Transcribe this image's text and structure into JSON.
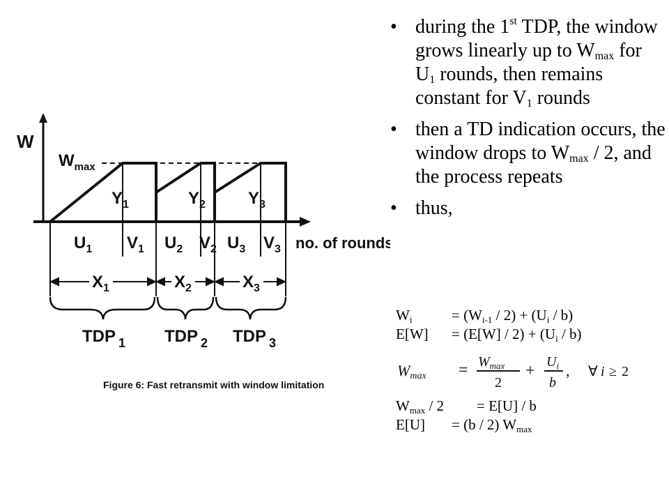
{
  "figure": {
    "y_axis_label": "W",
    "x_axis_label": "no. of rounds",
    "wmax_label_main": "W",
    "wmax_label_sub": "max",
    "y_labels": [
      {
        "main": "Y",
        "sub": "1"
      },
      {
        "main": "Y",
        "sub": "2"
      },
      {
        "main": "Y",
        "sub": "3"
      }
    ],
    "u_labels": [
      {
        "main": "U",
        "sub": "1"
      },
      {
        "main": "U",
        "sub": "2"
      },
      {
        "main": "U",
        "sub": "3"
      }
    ],
    "v_labels": [
      {
        "main": "V",
        "sub": "1"
      },
      {
        "main": "V",
        "sub": "2"
      },
      {
        "main": "V",
        "sub": "3"
      }
    ],
    "x_labels": [
      {
        "main": "X",
        "sub": "1"
      },
      {
        "main": "X",
        "sub": "2"
      },
      {
        "main": "X",
        "sub": "3"
      }
    ],
    "tdp_labels": [
      {
        "main": "TDP",
        "sub": "1"
      },
      {
        "main": "TDP",
        "sub": "2"
      },
      {
        "main": "TDP",
        "sub": "3"
      }
    ],
    "caption": "Figure 6:  Fast retransmit with window limitation"
  },
  "bullets": [
    {
      "marker": "•",
      "p1": "during the 1",
      "sup1": "st",
      "p2": " TDP, the window grows linearly up to W",
      "sub1": "max",
      "p3": " for U",
      "sub2": "1",
      "p4": " rounds, then remains constant for V",
      "sub3": "1",
      "p5": " rounds"
    },
    {
      "marker": "•",
      "p1": "then a TD indication occurs, the window drops to W",
      "sub1": "max",
      "p2": " / 2, and the process repeats"
    },
    {
      "marker": "•",
      "text": "thus,"
    }
  ],
  "equations": [
    {
      "lhs_main": "W",
      "lhs_sub": "i",
      "r1": "= (W",
      "r_sub1": "i-1",
      "r2": " / 2) + (U",
      "r_sub2": "i",
      "r3": " / b)"
    },
    {
      "lhs_main": "E[W]",
      "r1": "= (E[W] / 2) + (U",
      "r_sub1": "i",
      "r2": " / b)"
    },
    {
      "lhs_main": "W",
      "lhs_sub": "max",
      "lhs_tail": " / 2",
      "r1": "=  E[U] / b"
    },
    {
      "lhs_main": "E[U]",
      "r1": "= (b / 2) W",
      "r_sub1": "max"
    }
  ],
  "formula": {
    "lhs": "W",
    "lhs_sub": "max",
    "equals": "=",
    "frac1_num": "W",
    "frac1_num_sub": "max",
    "frac1_den": "2",
    "plus": "+",
    "frac2_num": "U",
    "frac2_num_sub": "i",
    "frac2_den": "b",
    "comma": ",",
    "forall": "∀",
    "var": "i",
    "ge": "≥",
    "bound": "2"
  }
}
